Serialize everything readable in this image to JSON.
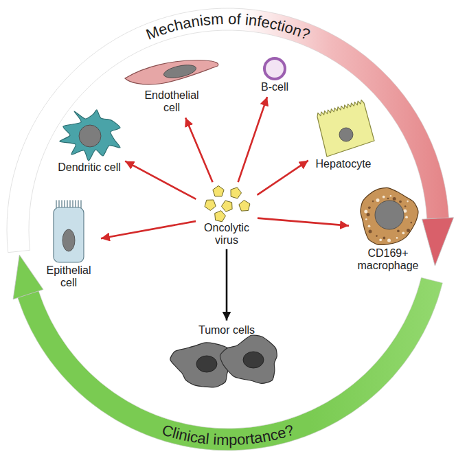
{
  "diagram": {
    "nodes": [
      {
        "text": [
          "Endothelial cell"
        ]
      },
      {
        "text": [
          "B-cell"
        ]
      },
      {
        "text": [
          "Dendritic cell"
        ]
      },
      {
        "text": [
          "Hepatocyte"
        ]
      },
      {
        "text": [
          "Epithelial cell"
        ]
      },
      {
        "text": [
          "Oncolytic virus"
        ]
      },
      {
        "text": [
          "CD169+ macrophage"
        ]
      },
      {
        "text": [
          "Tumor cells"
        ]
      }
    ],
    "edges": [
      {
        "from": 5,
        "to": 2,
        "arrow": "to"
      },
      {
        "from": 5,
        "to": 0,
        "arrow": "to"
      },
      {
        "from": 5,
        "to": 1,
        "arrow": "to"
      },
      {
        "from": 5,
        "to": 3,
        "arrow": "to"
      },
      {
        "from": 5,
        "to": 4,
        "arrow": "to"
      },
      {
        "from": 5,
        "to": 6,
        "arrow": "to"
      },
      {
        "from": 5,
        "to": 7,
        "arrow": "to"
      }
    ],
    "labels": [
      "Mechanism of infection?",
      "Clinical importance?"
    ]
  }
}
